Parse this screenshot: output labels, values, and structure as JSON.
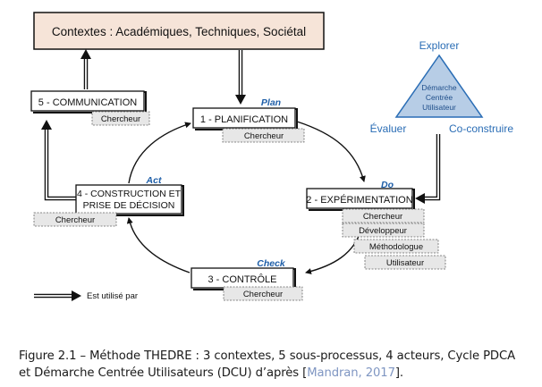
{
  "contexts_box": {
    "label": "Contextes : Académiques, Techniques, Sociétal",
    "fill": "#f6e4d8"
  },
  "processes": {
    "communication": {
      "label": "5 - COMMUNICATION",
      "actor": "Chercheur"
    },
    "planification": {
      "label": "1 - PLANIFICATION",
      "actor": "Chercheur"
    },
    "construction": {
      "label_line1": "4 - CONSTRUCTION ET",
      "label_line2": "PRISE DE DÉCISION",
      "actor": "Chercheur"
    },
    "experimentation": {
      "label": "2 - EXPÉRIMENTATION",
      "actors": [
        "Chercheur",
        "Développeur",
        "Méthodologue",
        "Utilisateur"
      ]
    },
    "controle": {
      "label": "3 - CONTRÔLE",
      "actor": "Chercheur"
    }
  },
  "pdca": {
    "plan": "Plan",
    "do": "Do",
    "check": "Check",
    "act": "Act",
    "color": "#1f5fa8"
  },
  "dcu": {
    "triangle_line1": "Démarche",
    "triangle_line2": "Centrée",
    "triangle_line3": "Utilisateur",
    "top": "Explorer",
    "left": "Évaluer",
    "right": "Co-construire",
    "color": "#2a6db5",
    "fill": "#b7cde6"
  },
  "legend": {
    "label": "Est utilisé par"
  },
  "caption": {
    "line1": "Figure 2.1 – Méthode THEDRE : 3 contextes, 5 sous-processus, 4 acteurs, Cycle PDCA",
    "line2_pre": "et Démarche Centrée Utilisateurs (DCU) d’après [",
    "line2_ref": "Mandran, 2017",
    "line2_post": "]."
  }
}
